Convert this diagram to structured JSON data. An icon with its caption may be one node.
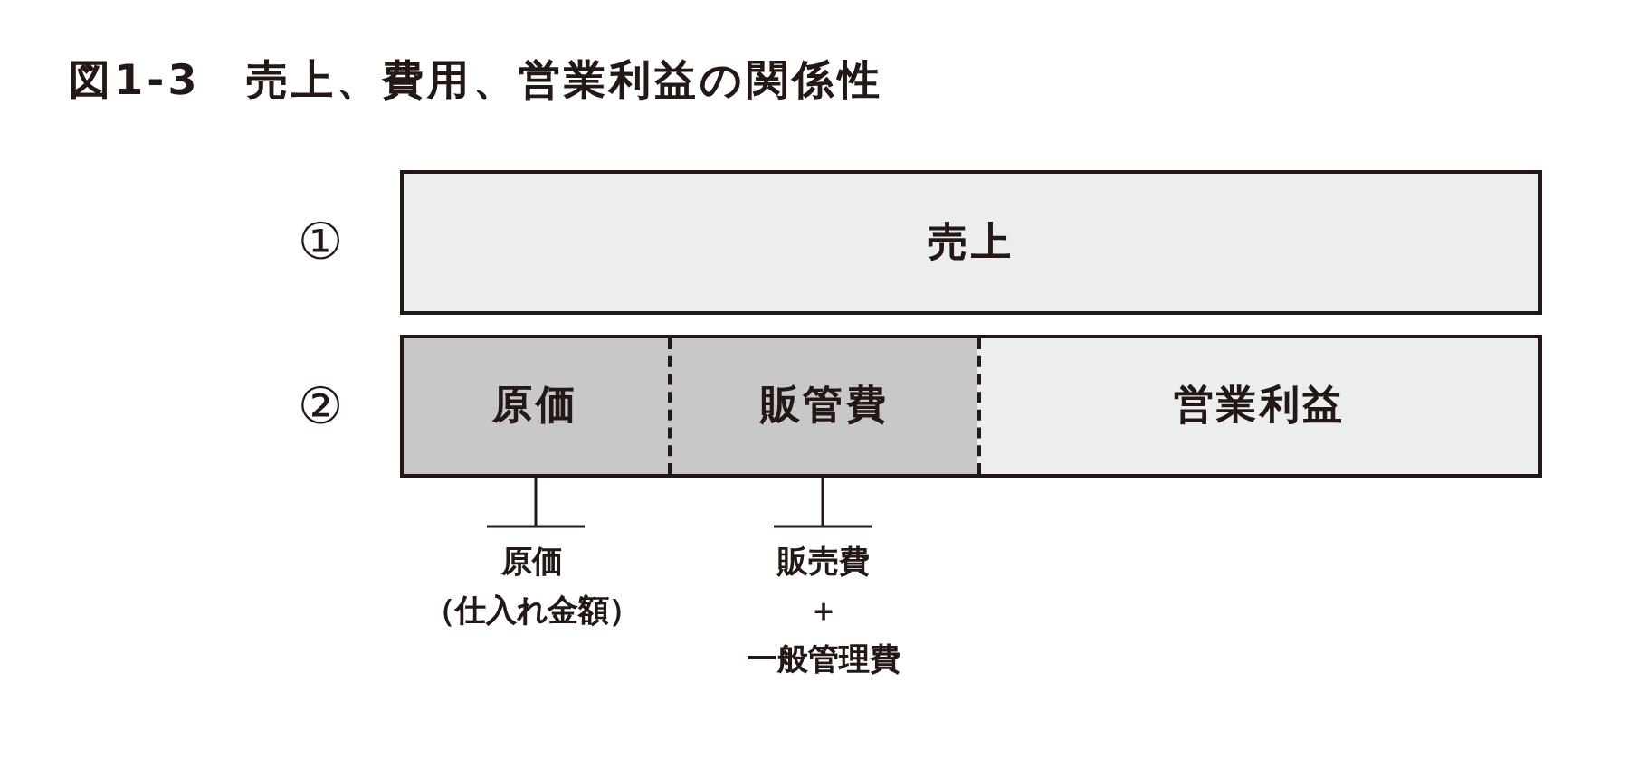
{
  "diagram": {
    "title": "図1-3　売上、費用、営業利益の関係性",
    "nodes": [
      {
        "text": [
          "売上"
        ],
        "beside": [
          "①"
        ]
      },
      {
        "text": [],
        "shape": "box",
        "beside": [
          "②"
        ]
      },
      {
        "text": [
          "原価"
        ],
        "in": 1
      },
      {
        "text": [
          "販管費"
        ],
        "in": 1
      },
      {
        "text": [
          "営業利益"
        ],
        "in": 1
      },
      {
        "text": [
          "原価",
          "（仕入れ金額）"
        ]
      },
      {
        "text": [
          "販売費",
          "＋",
          "一般管理費"
        ]
      }
    ],
    "edges": [
      {
        "from": 5,
        "to": 2,
        "arrow": "other"
      },
      {
        "from": 6,
        "to": 3,
        "arrow": "other"
      }
    ]
  }
}
